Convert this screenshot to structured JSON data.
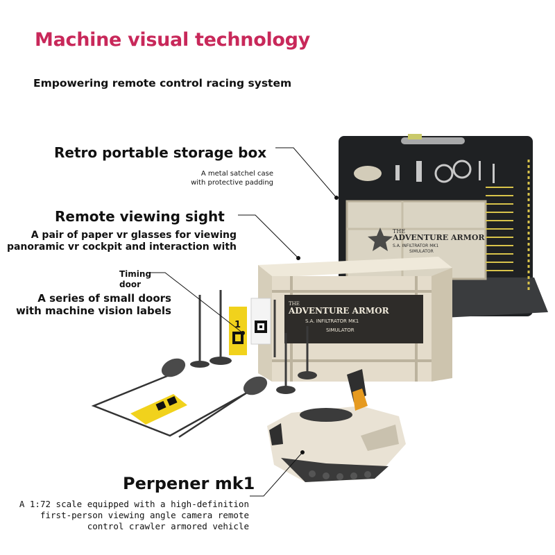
{
  "header": {
    "title": "Machine visual technology",
    "subtitle": "Empowering remote control racing system"
  },
  "callouts": {
    "storage": {
      "heading": "Retro portable storage box",
      "line1": "A metal satchel case",
      "line2": "with protective padding"
    },
    "viewing": {
      "heading": "Remote viewing sight",
      "line1": "A pair of paper vr glasses for viewing",
      "line2": "panoramic vr cockpit and interaction with"
    },
    "timing": {
      "heading_line1": "Timing",
      "heading_line2": "door",
      "line1": "A series of small doors",
      "line2": "with machine vision labels"
    },
    "vehicle": {
      "heading": "Perpener mk1",
      "line1": "A 1:72 scale equipped with a high-definition",
      "line2": "first-person viewing angle camera remote",
      "line3": "control crawler armored vehicle"
    }
  },
  "product_print": {
    "box_line1": "THE",
    "box_line2": "ADVENTURE ARMOR",
    "box_line3": "S.A. INFILTRATOR MK1",
    "box_line4": "SIMULATOR",
    "case_line1": "THE",
    "case_line2": "ADVENTURE ARMOR",
    "case_line3": "S.A. INFILTRATOR MK1",
    "case_line4": "SIMULATOR",
    "gate_number": "1"
  },
  "colors": {
    "title": "#c8285a",
    "case": "#1f2123",
    "box": "#e4dccb",
    "tag": "#f1d21c"
  }
}
